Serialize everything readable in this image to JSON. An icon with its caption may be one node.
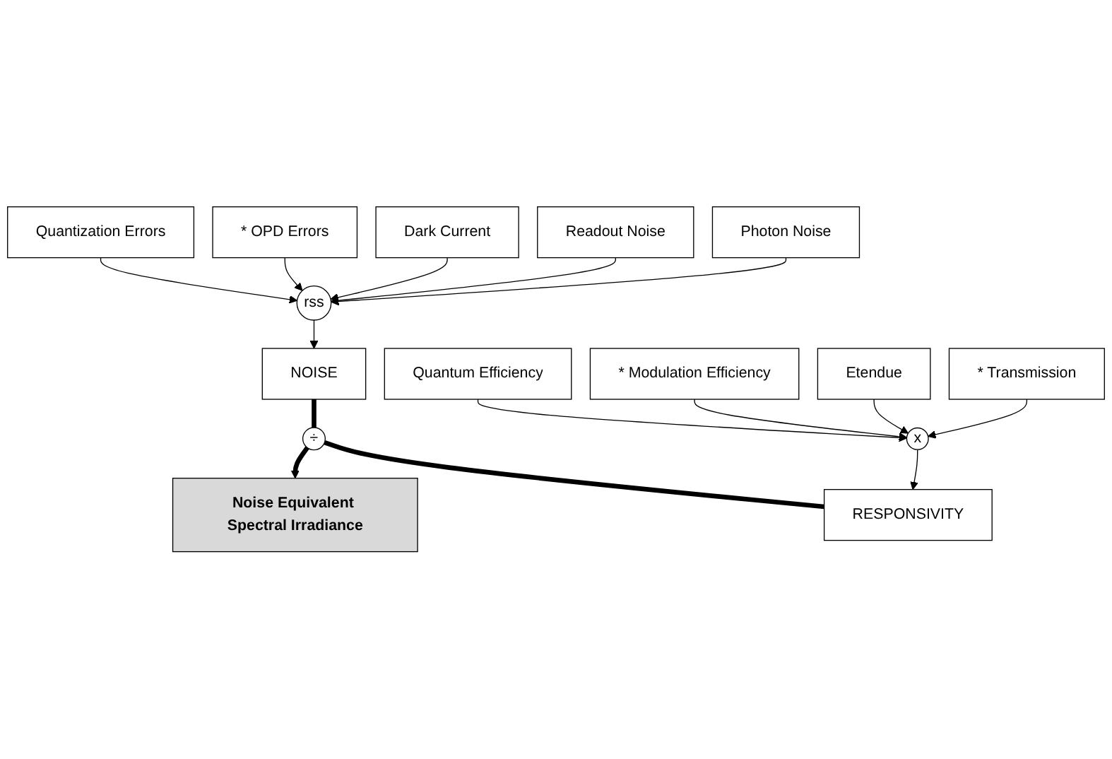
{
  "diagram": {
    "nodes": [
      {
        "text": [
          "Photon Noise"
        ]
      },
      {
        "text": [
          "Readout Noise"
        ]
      },
      {
        "text": [
          "Dark Current"
        ]
      },
      {
        "text": [
          "* OPD Errors"
        ]
      },
      {
        "text": [
          "Quantization Errors"
        ]
      },
      {
        "text": [
          "rss"
        ]
      },
      {
        "text": [
          "NOISE"
        ]
      },
      {
        "text": [
          "÷"
        ]
      },
      {
        "text": [
          "Noise Equivalent Spectral Irradiance"
        ]
      },
      {
        "text": [
          "RESPONSIVITY"
        ]
      },
      {
        "text": [
          "x"
        ]
      },
      {
        "text": [
          "Quantum Efficiency"
        ]
      },
      {
        "text": [
          "* Modulation Efficiency"
        ]
      },
      {
        "text": [
          "Etendue"
        ]
      },
      {
        "text": [
          "* Transmission"
        ]
      }
    ],
    "edges": [
      {
        "from": 0,
        "to": 5,
        "arrow": "to"
      },
      {
        "from": 1,
        "to": 5,
        "arrow": "to"
      },
      {
        "from": 2,
        "to": 5,
        "arrow": "to"
      },
      {
        "from": 3,
        "to": 5,
        "arrow": "to"
      },
      {
        "from": 4,
        "to": 5,
        "arrow": "to"
      },
      {
        "from": 5,
        "to": 6,
        "arrow": "to"
      },
      {
        "from": 6,
        "to": 7,
        "arrow": "none",
        "style": "thick"
      },
      {
        "from": 7,
        "to": 9,
        "arrow": "none",
        "style": "thick"
      },
      {
        "from": 7,
        "to": 8,
        "arrow": "to",
        "style": "thick"
      },
      {
        "from": 10,
        "to": 9,
        "arrow": "to"
      },
      {
        "from": 11,
        "to": 10,
        "arrow": "to"
      },
      {
        "from": 12,
        "to": 10,
        "arrow": "to"
      },
      {
        "from": 13,
        "to": 10,
        "arrow": "to"
      },
      {
        "from": 14,
        "to": 10,
        "arrow": "to"
      }
    ]
  }
}
